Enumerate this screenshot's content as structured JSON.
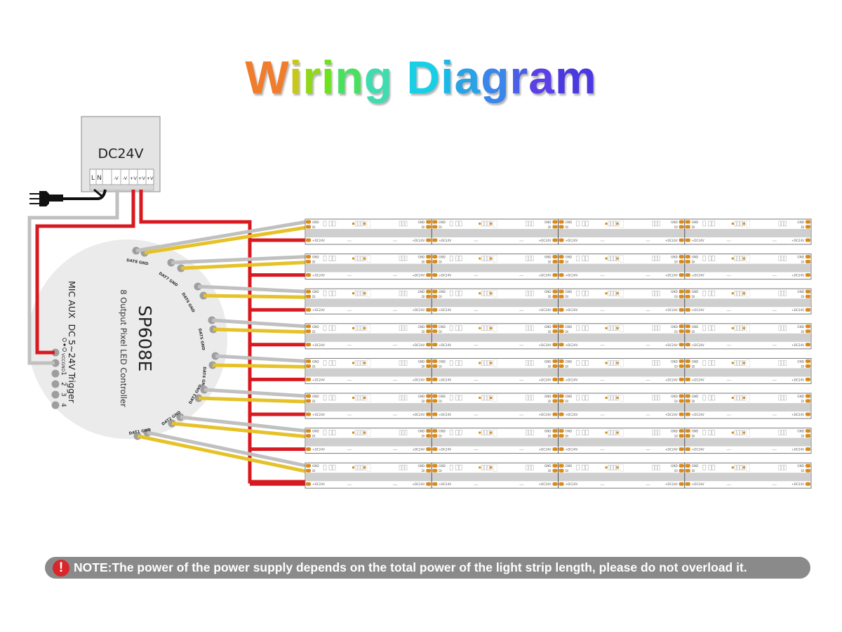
{
  "title": {
    "text": "Wiring Diagram",
    "letter_colors": [
      "#f07c2c",
      "#c8c81c",
      "#8fd81a",
      "#6de21d",
      "#49e060",
      "#3fdcb0",
      "#ffffff",
      "#19cfe6",
      "#1ab9ea",
      "#2aa3e6",
      "#3a86ea",
      "#4a5fe6",
      "#5a40e6",
      "#4a38e0",
      "#3a4cf0"
    ]
  },
  "power_supply": {
    "label": "DC24V",
    "terminals": [
      "L",
      "N",
      "",
      "-V",
      "-V",
      "+V",
      "+V",
      "+V"
    ]
  },
  "controller": {
    "model": "SP608E",
    "subtitle": "8 Output Pixel LED Controller",
    "side_label_1": "MIC AUX",
    "side_label_2": "DC 5~24V Trigger",
    "pin_labels": [
      "VCC",
      "GND",
      "1",
      "2",
      "3",
      "4"
    ],
    "outputs": [
      "DAT8 GND",
      "DAT7 GND",
      "DAT6 GND",
      "DAT5 GND",
      "DAT4 GND",
      "DAT3 GND",
      "DAT2 GND",
      "DAT1 GND"
    ]
  },
  "strip": {
    "count": 8,
    "pad_labels": {
      "gnd": "GND",
      "di": "DI",
      "power": "+DC24V"
    }
  },
  "wire_colors": {
    "power": "#d71920",
    "ground": "#c0c0c0",
    "data": "#e6c229",
    "plug": "#111111"
  },
  "note": {
    "icon": "exclamation-icon",
    "text": "NOTE:The power of the power supply depends on the total power of the light strip length, please do not overload it."
  }
}
